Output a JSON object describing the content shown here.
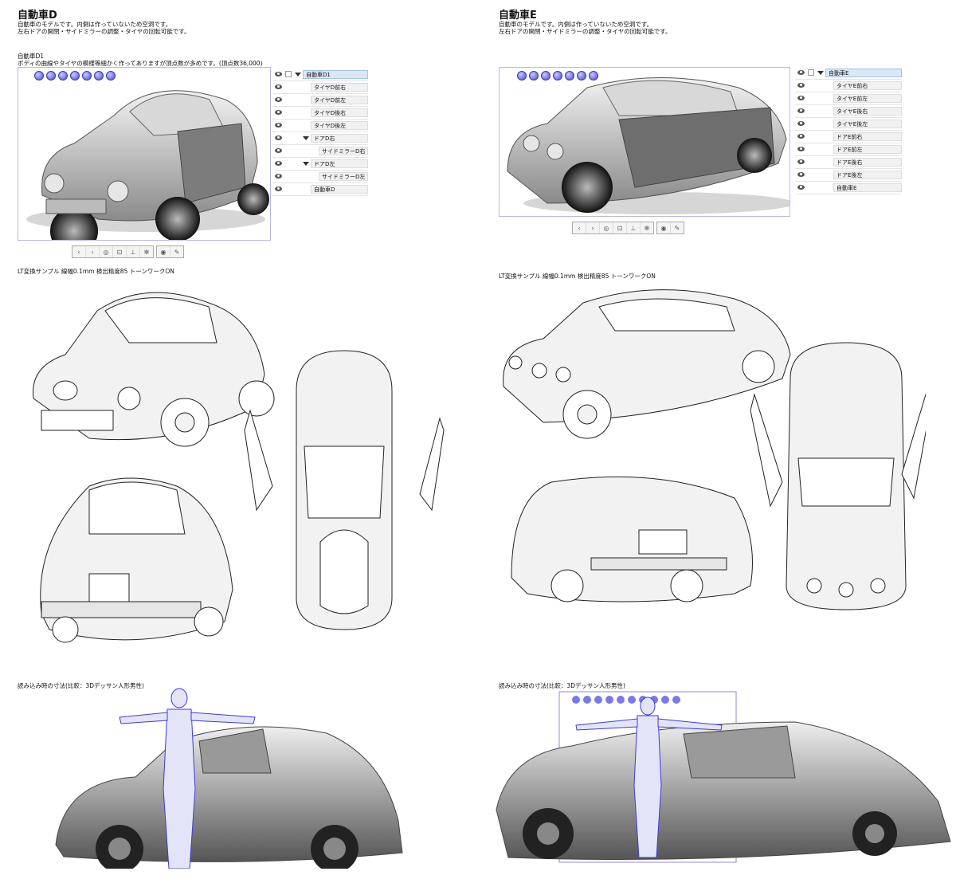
{
  "left": {
    "title": "自動車D",
    "description": "自動車のモデルです。内側は作っていないため空洞です。\n左右ドアの開閉・サイドミラーの調整・タイヤの回転可能です。",
    "model_heading": "自動車D1",
    "model_note": "ボディの曲線やタイヤの模様等細かく作ってありますが頂点数が多めです。(頂点数36,000)",
    "layers": [
      {
        "label": "自動車D1",
        "indent": 0,
        "expand": true,
        "selected": true,
        "checkbox": true
      },
      {
        "label": "タイヤD前右",
        "indent": 1
      },
      {
        "label": "タイヤD前左",
        "indent": 1
      },
      {
        "label": "タイヤD後右",
        "indent": 1
      },
      {
        "label": "タイヤD後左",
        "indent": 1
      },
      {
        "label": "ドアD右",
        "indent": 1,
        "expand": true
      },
      {
        "label": "サイドミラーD右",
        "indent": 2
      },
      {
        "label": "ドアD左",
        "indent": 1,
        "expand": true
      },
      {
        "label": "サイドミラーD左",
        "indent": 2
      },
      {
        "label": "自動車D",
        "indent": 1
      }
    ],
    "lt_caption": "LT変換サンプル 線幅0.1mm 検出精度85 トーンワークON",
    "size_caption": "読み込み時の寸法(比較：3Dデッサン人形男性)"
  },
  "right": {
    "title": "自動車E",
    "description": "自動車のモデルです。内側は作っていないため空洞です。\n左右ドアの開閉・サイドミラーの調整・タイヤの回転可能です。",
    "layers": [
      {
        "label": "自動車E",
        "indent": 0,
        "expand": true,
        "selected": true,
        "checkbox": true
      },
      {
        "label": "タイヤE前右",
        "indent": 1
      },
      {
        "label": "タイヤE前左",
        "indent": 1
      },
      {
        "label": "タイヤE後右",
        "indent": 1
      },
      {
        "label": "タイヤE後左",
        "indent": 1
      },
      {
        "label": "ドアE前右",
        "indent": 1
      },
      {
        "label": "ドアE前左",
        "indent": 1
      },
      {
        "label": "ドアE後右",
        "indent": 1
      },
      {
        "label": "ドアE後左",
        "indent": 1
      },
      {
        "label": "自動車E",
        "indent": 1
      }
    ],
    "lt_caption": "LT変換サンプル 線幅0.1mm 検出精度85 トーンワークON",
    "size_caption": "読み込み時の寸法(比較：3Dデッサン人形男性)"
  },
  "toolbar": {
    "nav_prev": "‹",
    "nav_next": "›"
  },
  "icons": [
    "rotate-icon",
    "pan-icon",
    "zoom-icon",
    "move-icon",
    "camera-icon",
    "object-icon",
    "ground-icon"
  ],
  "colors": {
    "selection_accent": "#a5c1e6",
    "viewport_border": "#b8b8e6",
    "gizmo_blue": "#4a4ad8",
    "mannequin_grid": "#3b3bd6"
  }
}
